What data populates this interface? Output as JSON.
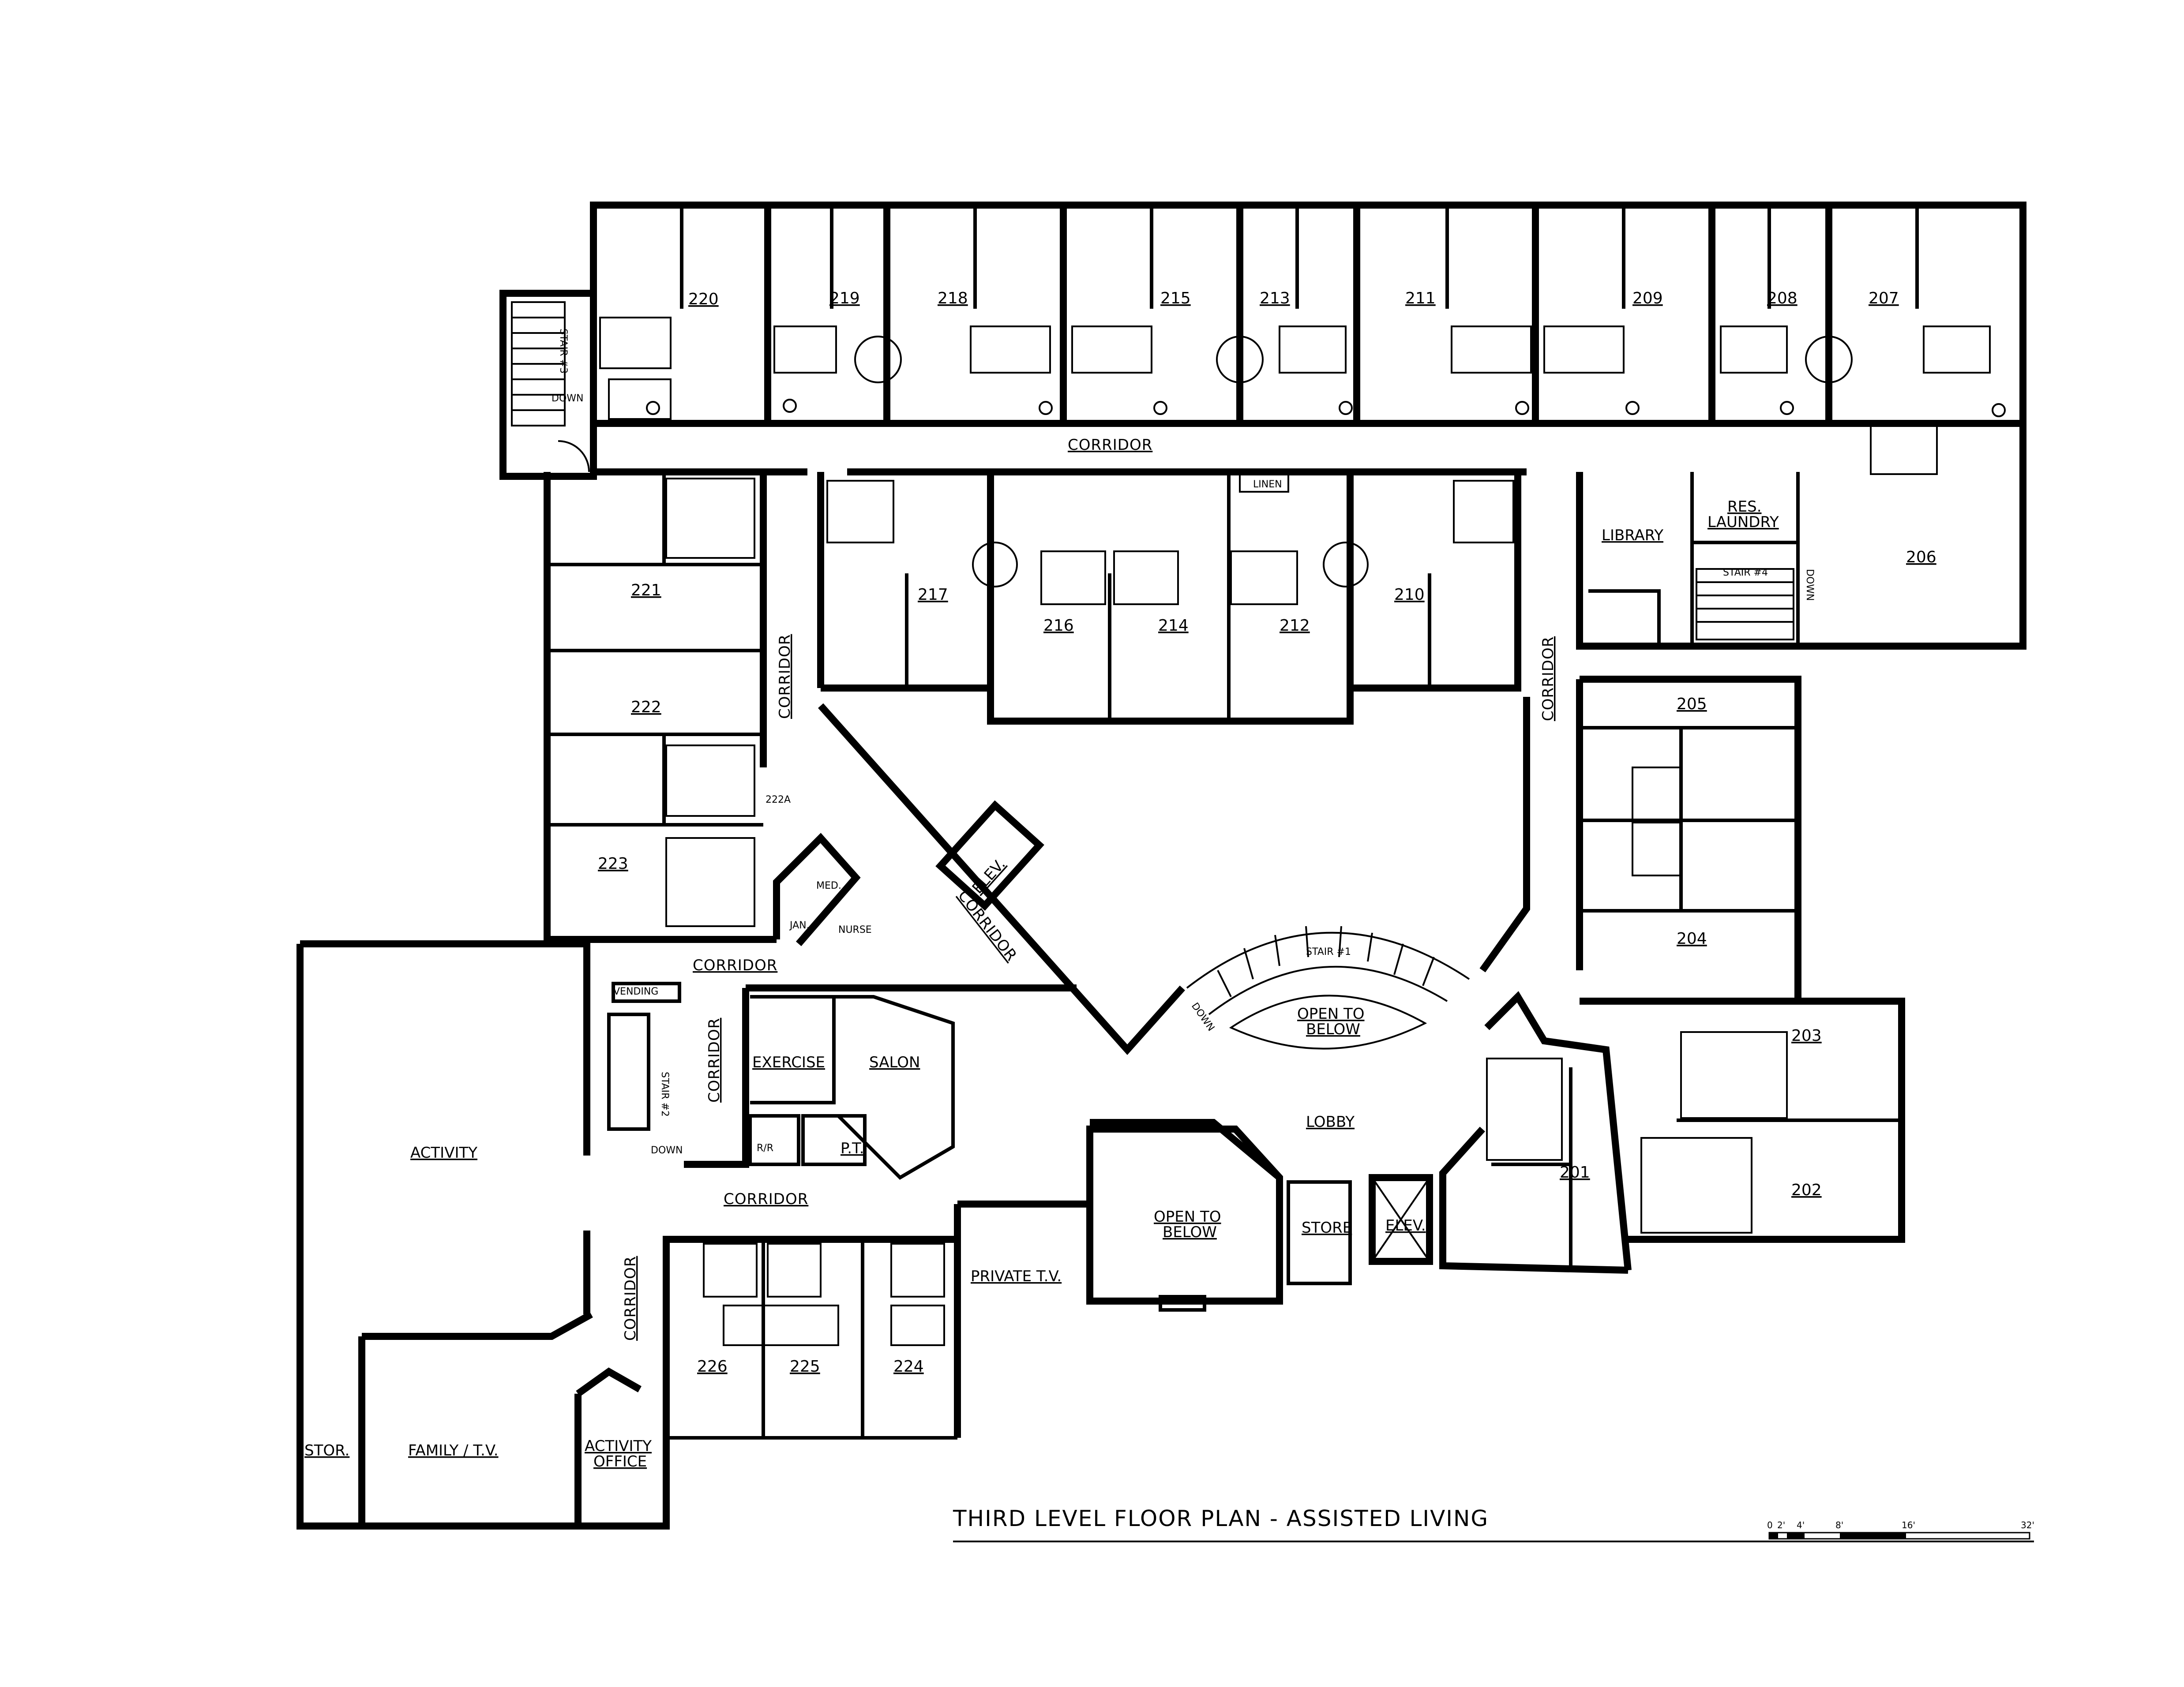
{
  "title": "THIRD LEVEL FLOOR PLAN - ASSISTED LIVING",
  "scale_labels": [
    "0",
    "2'",
    "4'",
    "8'",
    "16'",
    "32'"
  ],
  "rooms": {
    "r220": "220",
    "r219": "219",
    "r218": "218",
    "r215": "215",
    "r213": "213",
    "r211": "211",
    "r209": "209",
    "r208": "208",
    "r207": "207",
    "r206": "206",
    "r205": "205",
    "r204": "204",
    "r203": "203",
    "r202": "202",
    "r201": "201",
    "r217": "217",
    "r216": "216",
    "r214": "214",
    "r212": "212",
    "r210": "210",
    "r221": "221",
    "r222": "222",
    "r222a": "222A",
    "r223": "223",
    "r224": "224",
    "r225": "225",
    "r226": "226",
    "library": "LIBRARY",
    "res_laundry_1": "RES.",
    "res_laundry_2": "LAUNDRY",
    "linen": "LINEN",
    "elev_top": "ELEV.",
    "elev_lobby": "ELEV.",
    "med": "MED.",
    "jan": "JAN.",
    "nurse": "NURSE",
    "vending": "VENDING",
    "exercise": "EXERCISE",
    "salon": "SALON",
    "rr": "R/R",
    "pt": "P.T.",
    "activity": "ACTIVITY",
    "stor": "STOR.",
    "family_tv": "FAMILY / T.V.",
    "activity_office_1": "ACTIVITY",
    "activity_office_2": "OFFICE",
    "private_tv": "PRIVATE T.V.",
    "open_below_lobby_1": "OPEN TO",
    "open_below_lobby_2": "BELOW",
    "open_below_stair_1": "OPEN TO",
    "open_below_stair_2": "BELOW",
    "store": "STORE",
    "lobby": "LOBBY",
    "stair1": "STAIR #1",
    "stair2": "STAIR #2",
    "stair3": "STAIR #3",
    "stair4": "STAIR #4",
    "down1": "DOWN",
    "down2": "DOWN",
    "down3": "DOWN",
    "down4": "DOWN"
  },
  "corridors": {
    "top": "CORRIDOR",
    "left": "CORRIDOR",
    "right": "CORRIDOR",
    "diagonal": "CORRIDOR",
    "mid_left": "CORRIDOR",
    "stair2_side": "CORRIDOR",
    "bottom_mid": "CORRIDOR",
    "lower_left": "CORRIDOR"
  }
}
